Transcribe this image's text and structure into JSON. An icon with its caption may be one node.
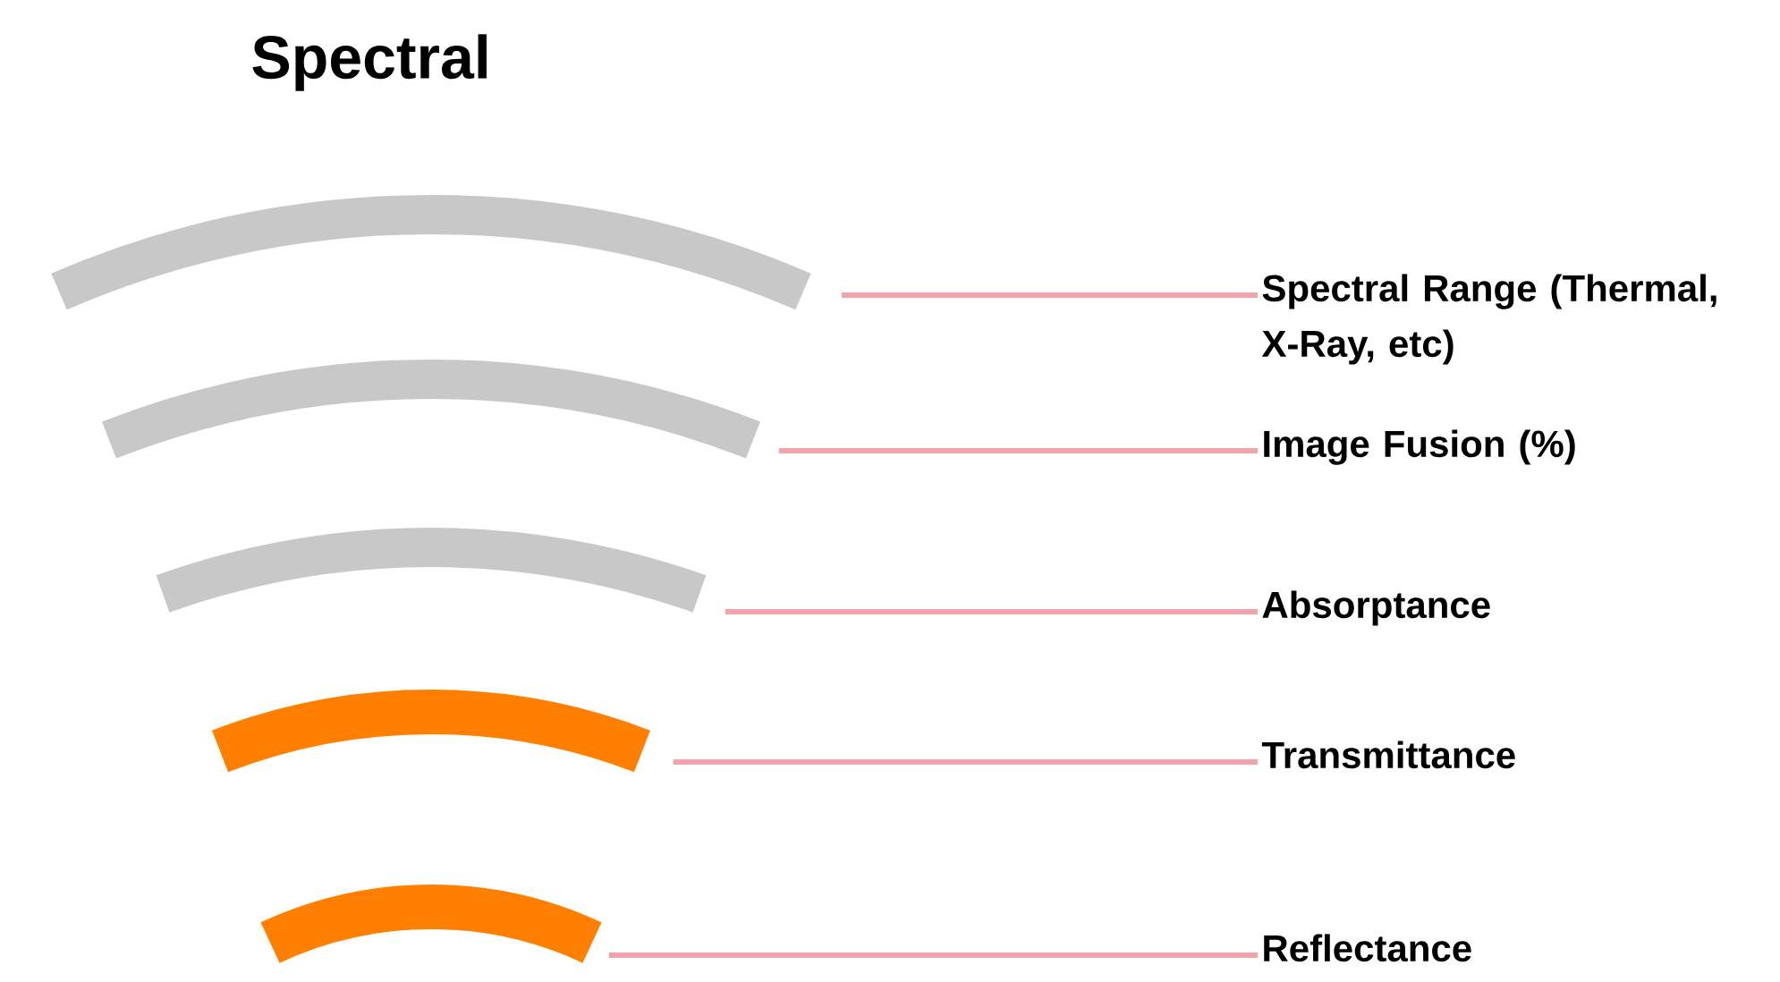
{
  "diagram": {
    "title": "Spectral",
    "nodes": [
      {
        "text": [],
        "shape": "arc"
      },
      {
        "text": [],
        "shape": "arc"
      },
      {
        "text": [],
        "shape": "arc"
      },
      {
        "text": [],
        "shape": "arc"
      },
      {
        "text": [],
        "shape": "arc"
      },
      {
        "text": [
          "Spectral Range (Thermal, X-Ray, etc)"
        ]
      },
      {
        "text": [
          "Image Fusion (%)"
        ]
      },
      {
        "text": [
          "Absorptance"
        ]
      },
      {
        "text": [
          "Transmittance"
        ]
      },
      {
        "text": [
          "Reflectance"
        ]
      }
    ],
    "edges": [
      {
        "from": 5,
        "to": 0,
        "arrow": "none"
      },
      {
        "from": 6,
        "to": 1,
        "arrow": "none"
      },
      {
        "from": 7,
        "to": 2,
        "arrow": "none"
      },
      {
        "from": 8,
        "to": 3,
        "arrow": "none"
      },
      {
        "from": 9,
        "to": 4,
        "arrow": "none"
      }
    ]
  }
}
